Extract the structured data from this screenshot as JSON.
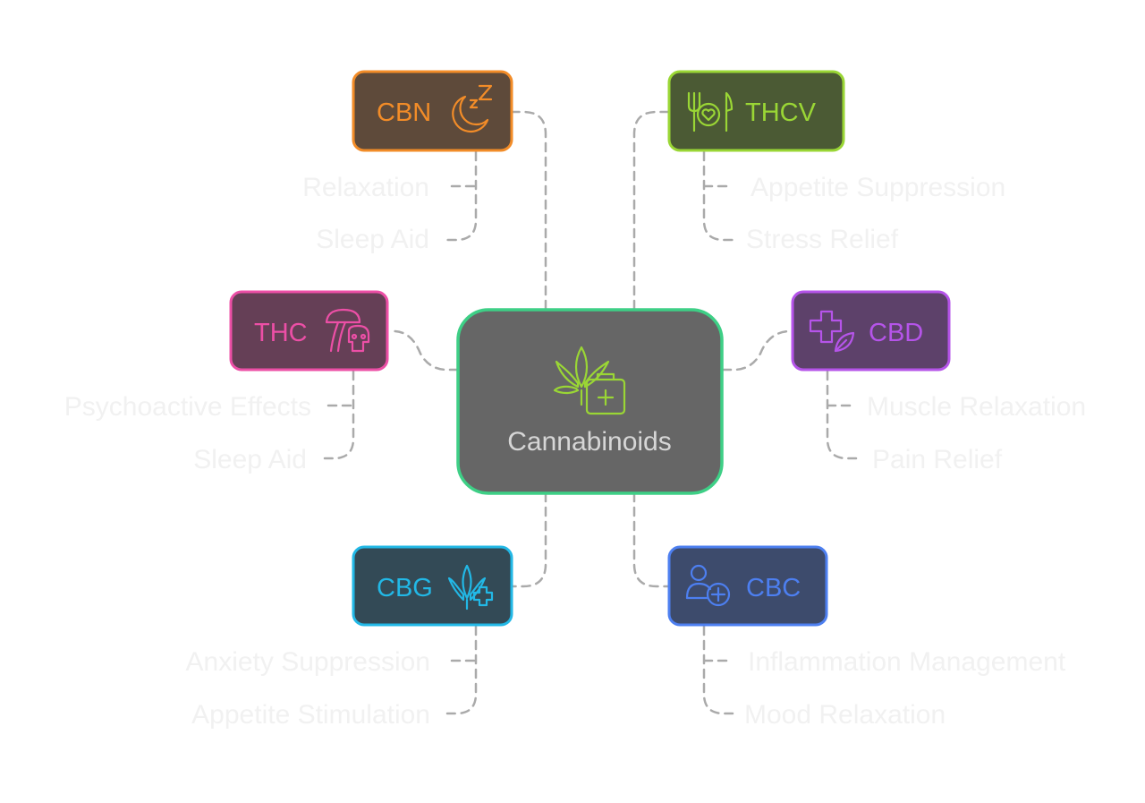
{
  "center": {
    "label": "Cannabinoids",
    "icon": "cannabis-first-aid-icon"
  },
  "nodes": [
    {
      "id": "cbn",
      "label": "CBN",
      "icon": "moon-sleep-icon",
      "color": "#f28c28",
      "fill": "#5e4a3a",
      "effects": [
        "Relaxation",
        "Sleep Aid"
      ]
    },
    {
      "id": "thcv",
      "label": "THCV",
      "icon": "fork-plate-knife-icon",
      "color": "#9ad635",
      "fill": "#4b5a34",
      "effects": [
        "Appetite Suppression",
        "Stress Relief"
      ]
    },
    {
      "id": "thc",
      "label": "THC",
      "icon": "mushroom-skull-icon",
      "color": "#ec4fa6",
      "fill": "#653f56",
      "effects": [
        "Psychoactive Effects",
        "Sleep Aid"
      ]
    },
    {
      "id": "cbd",
      "label": "CBD",
      "icon": "medical-cross-leaf-icon",
      "color": "#b554e9",
      "fill": "#5d416a",
      "effects": [
        "Muscle Relaxation",
        "Pain Relief"
      ]
    },
    {
      "id": "cbg",
      "label": "CBG",
      "icon": "cannabis-plus-icon",
      "color": "#22b8e6",
      "fill": "#334a56",
      "effects": [
        "Anxiety Suppression",
        "Appetite Stimulation"
      ]
    },
    {
      "id": "cbc",
      "label": "CBC",
      "icon": "person-plus-icon",
      "color": "#4d7ff0",
      "fill": "#3d4b6c",
      "effects": [
        "Inflammation Management",
        "Mood Relaxation"
      ]
    }
  ],
  "colors": {
    "center_border": "#3ecf86",
    "center_fill": "#666666",
    "center_icon": "#9ad635",
    "connector": "#aaaaaa"
  }
}
